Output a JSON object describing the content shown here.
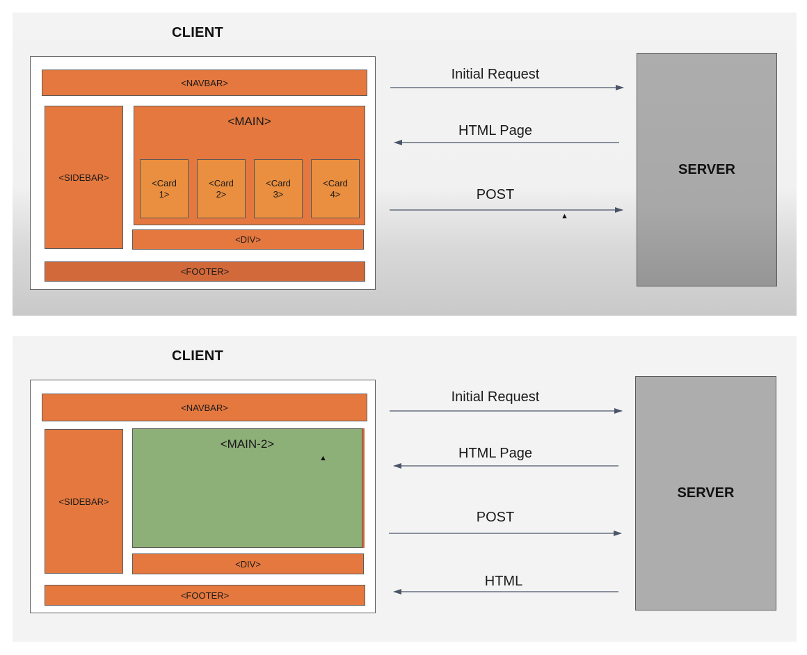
{
  "colors": {
    "orange": "#e5783e",
    "orange_dark": "#d2693a",
    "card": "#ea8f3f",
    "green": "#8daf78",
    "server_gray": "#adadad",
    "arrow": "#4a5568"
  },
  "panel1": {
    "client_label": "CLIENT",
    "navbar": "<NAVBAR>",
    "sidebar": "<SIDEBAR>",
    "main": "<MAIN>",
    "cards": [
      "<Card\n1>",
      "<Card\n2>",
      "<Card\n3>",
      "<Card\n4>"
    ],
    "div": "<DIV>",
    "footer": "<FOOTER>",
    "server": "SERVER",
    "arrows": [
      {
        "label": "Initial Request",
        "direction": "right"
      },
      {
        "label": "HTML Page",
        "direction": "left"
      },
      {
        "label": "POST",
        "direction": "right"
      }
    ]
  },
  "panel2": {
    "client_label": "CLIENT",
    "navbar": "<NAVBAR>",
    "sidebar": "<SIDEBAR>",
    "main": "<MAIN-2>",
    "div": "<DIV>",
    "footer": "<FOOTER>",
    "server": "SERVER",
    "arrows": [
      {
        "label": "Initial Request",
        "direction": "right"
      },
      {
        "label": "HTML Page",
        "direction": "left"
      },
      {
        "label": "POST",
        "direction": "right"
      },
      {
        "label": "HTML",
        "direction": "left"
      }
    ]
  },
  "icons": {
    "pointer": "mouse-cursor-icon"
  }
}
